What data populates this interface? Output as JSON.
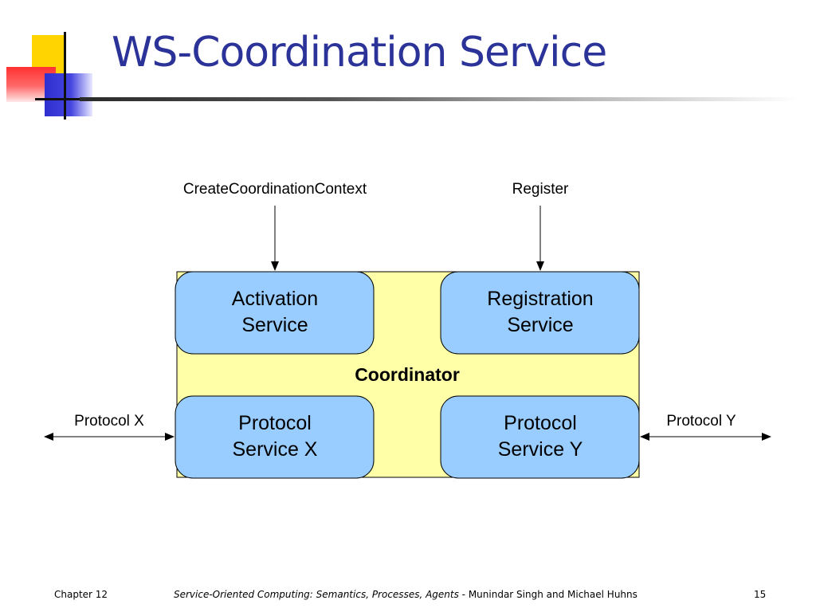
{
  "slide": {
    "title": "WS-Coordination Service"
  },
  "diagram": {
    "top_labels": {
      "create": "CreateCoordinationContext",
      "register": "Register"
    },
    "coordinator_label": "Coordinator",
    "services": {
      "activation": [
        "Activation",
        "Service"
      ],
      "registration": [
        "Registration",
        "Service"
      ],
      "protocol_x": [
        "Protocol",
        "Service X"
      ],
      "protocol_y": [
        "Protocol",
        "Service Y"
      ]
    },
    "side_labels": {
      "left": "Protocol X",
      "right": "Protocol Y"
    },
    "colors": {
      "coordinator_fill": "#ffffa8",
      "service_fill": "#99ccff",
      "title": "#2b3399"
    }
  },
  "footer": {
    "chapter": "Chapter 12",
    "book_title": "Service-Oriented Computing: Semantics, Processes, Agents",
    "authors": " - Munindar Singh and Michael Huhns",
    "page_number": "15"
  }
}
